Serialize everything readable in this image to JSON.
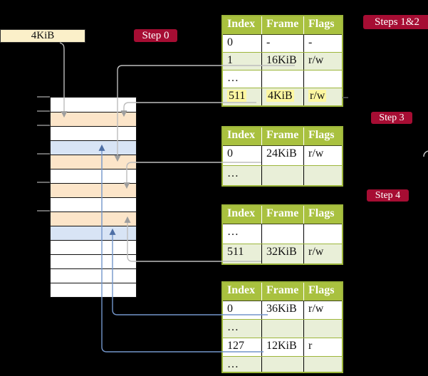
{
  "labels": {
    "chunk_size": "4KiB",
    "step0": "Step 0",
    "steps12": "Steps 1&2",
    "step3": "Step 3",
    "step4": "Step 4"
  },
  "palette": {
    "background": "#000000",
    "step_badge": "#a60d33",
    "table_header_green": "#a9c13f",
    "table_border_green": "#9db63b",
    "table_row_shade": "#e9efd8",
    "entry_highlight_yellow": "#fdf7a1",
    "memory_peach": "#fce5c9",
    "memory_blue": "#d8e4f5",
    "chunk_box_cream": "#fbf0c9",
    "connector_gray": "#bdbdbd",
    "connector_blue": "#7396cb"
  },
  "memory": {
    "rows": [
      "white",
      "peach",
      "white",
      "blue",
      "peach",
      "white",
      "peach",
      "white",
      "peach",
      "blue",
      "white",
      "white",
      "white",
      "white"
    ]
  },
  "tables": [
    {
      "name": "page-table-steps-1-2",
      "columns": [
        "Index",
        "Frame",
        "Flags"
      ],
      "rows": [
        {
          "cells": [
            "0",
            "-",
            "-"
          ]
        },
        {
          "cells": [
            "1",
            "16KiB",
            "r/w"
          ]
        },
        {
          "cells": [
            "…",
            "",
            ""
          ]
        },
        {
          "cells": [
            "511",
            "4KiB",
            "r/w"
          ],
          "highlighted": true
        }
      ]
    },
    {
      "name": "page-table-step-3",
      "columns": [
        "Index",
        "Frame",
        "Flags"
      ],
      "rows": [
        {
          "cells": [
            "0",
            "24KiB",
            "r/w"
          ]
        },
        {
          "cells": [
            "…",
            "",
            ""
          ]
        }
      ]
    },
    {
      "name": "page-table-step-4",
      "columns": [
        "Index",
        "Frame",
        "Flags"
      ],
      "rows": [
        {
          "cells": [
            "…",
            "",
            ""
          ]
        },
        {
          "cells": [
            "511",
            "32KiB",
            "r/w"
          ]
        }
      ]
    },
    {
      "name": "page-table-final",
      "columns": [
        "Index",
        "Frame",
        "Flags"
      ],
      "rows": [
        {
          "cells": [
            "0",
            "36KiB",
            "r/w"
          ]
        },
        {
          "cells": [
            "…",
            "",
            ""
          ]
        },
        {
          "cells": [
            "127",
            "12KiB",
            "r"
          ]
        },
        {
          "cells": [
            "…",
            "",
            ""
          ]
        }
      ]
    }
  ]
}
